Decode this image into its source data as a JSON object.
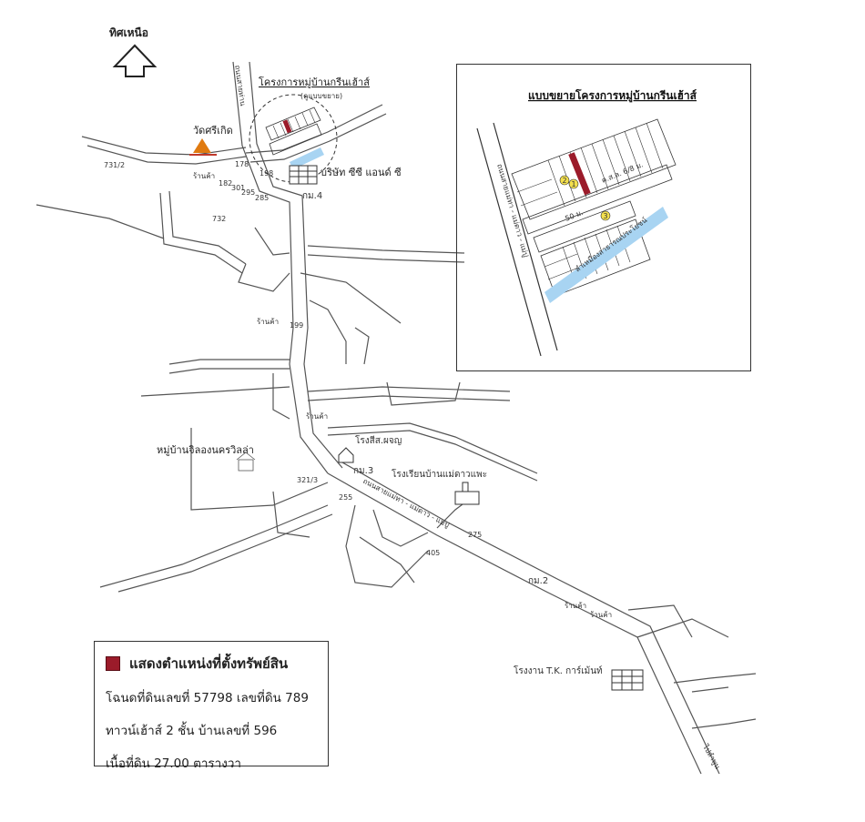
{
  "north": {
    "label": "ทิศเหนือ"
  },
  "labels": {
    "project": "โครงการหมู่บ้านกรีนเฮ้าส์",
    "expansion": "(ดูแบบขยาย)",
    "temple": "วัดศรีเกิด",
    "company": "บริษัท ซีซี แอนด์ ซี",
    "km4": "กม.4",
    "km3": "กม.3",
    "km2": "กม.2",
    "village": "หมู่บ้านจิลองนครวิลล่า",
    "factory_school": "โรงสีส.ผจญ",
    "school": "โรงเรียนบ้านแม่ดาวแพะ",
    "factory_tk": "โรงงาน T.K. การ์เม้นท์",
    "main_road": "ถนนสายแม่ทา - แม่ดาว - แม่ปู",
    "to_city": "ไปลำพูน",
    "road_n": "ถนนสายท่าน",
    "shop": "ร้านค้า",
    "n731_2": "731/2",
    "n732": "732",
    "n178": "178",
    "n182": "182",
    "n301": "301",
    "n295": "295",
    "n285": "285",
    "n198": "198",
    "n199": "199",
    "n321_3": "321/3",
    "n255": "255",
    "n275": "275",
    "n405": "405"
  },
  "inset": {
    "title": "แบบขยายโครงการหมู่บ้านกรีนเฮ้าส์",
    "road": "ถนนสายแม่ทา - แม่ดาว - แม่ปู",
    "lane": "ค.ส.ล. 6/8 ม.",
    "dist": "50 ม.",
    "canal": "ลำเหมืองสาธารณประโยชน์",
    "m1": "1",
    "m2": "2",
    "m3": "3"
  },
  "legend": {
    "title": "แสดงตำแหน่งที่ตั้งทรัพย์สิน",
    "line1": "โฉนดที่ดินเลขที่ 57798 เลขที่ดิน 789",
    "line2": "ทาวน์เฮ้าส์ 2 ชั้น  บ้านเลขที่ 596",
    "line3": "เนื้อที่ดิน 27.00 ตารางวา"
  },
  "colors": {
    "property": "#9b1b2a",
    "canal": "#a8d4f2",
    "temple": "#e07a10"
  }
}
